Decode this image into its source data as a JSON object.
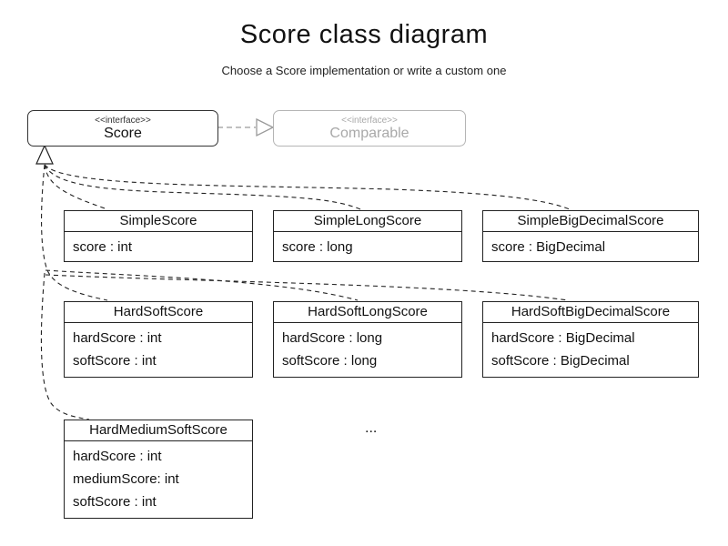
{
  "title": "Score class diagram",
  "subtitle": "Choose a Score implementation or write a custom one",
  "interfaces": {
    "score": {
      "stereotype": "<<interface>>",
      "name": "Score"
    },
    "comparable": {
      "stereotype": "<<interface>>",
      "name": "Comparable"
    }
  },
  "classes": [
    {
      "name": "SimpleScore",
      "attributes": [
        "score : int"
      ]
    },
    {
      "name": "SimpleLongScore",
      "attributes": [
        "score : long"
      ]
    },
    {
      "name": "SimpleBigDecimalScore",
      "attributes": [
        "score : BigDecimal"
      ]
    },
    {
      "name": "HardSoftScore",
      "attributes": [
        "hardScore : int",
        "softScore : int"
      ]
    },
    {
      "name": "HardSoftLongScore",
      "attributes": [
        "hardScore : long",
        "softScore : long"
      ]
    },
    {
      "name": "HardSoftBigDecimalScore",
      "attributes": [
        "hardScore : BigDecimal",
        "softScore : BigDecimal"
      ]
    },
    {
      "name": "HardMediumSoftScore",
      "attributes": [
        "hardScore : int",
        "mediumScore: int",
        "softScore : int"
      ]
    }
  ],
  "ellipsis": "...",
  "colors": {
    "line": "#000000",
    "muted": "#a9a9a9"
  }
}
